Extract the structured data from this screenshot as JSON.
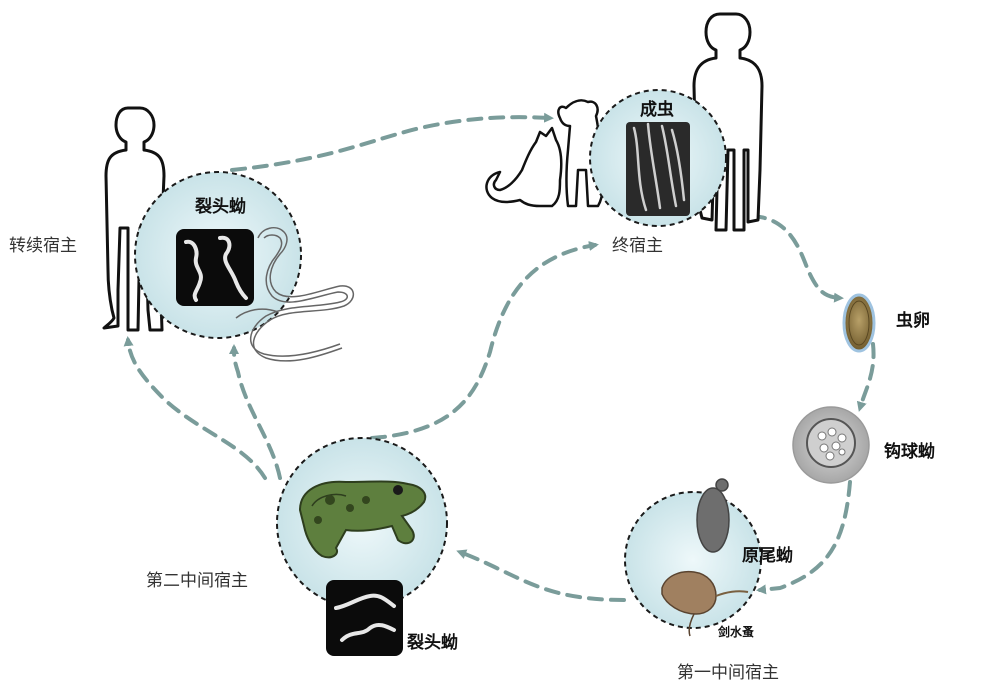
{
  "labels": {
    "paratenic_host": "转续宿主",
    "definitive_host": "终宿主",
    "first_intermediate_host": "第一中间宿主",
    "second_intermediate_host": "第二中间宿主",
    "plerocercoid_top": "裂头蚴",
    "plerocercoid_bottom": "裂头蚴",
    "adult": "成虫",
    "egg": "虫卵",
    "coracidium": "钩球蚴",
    "procercoid": "原尾蚴",
    "copepod": "剑水蚤"
  },
  "colors": {
    "arrow": "#7a9c9a",
    "circle_fill": "#d6ecf0",
    "circle_stroke": "#1a1a1a",
    "outline": "#111111"
  }
}
